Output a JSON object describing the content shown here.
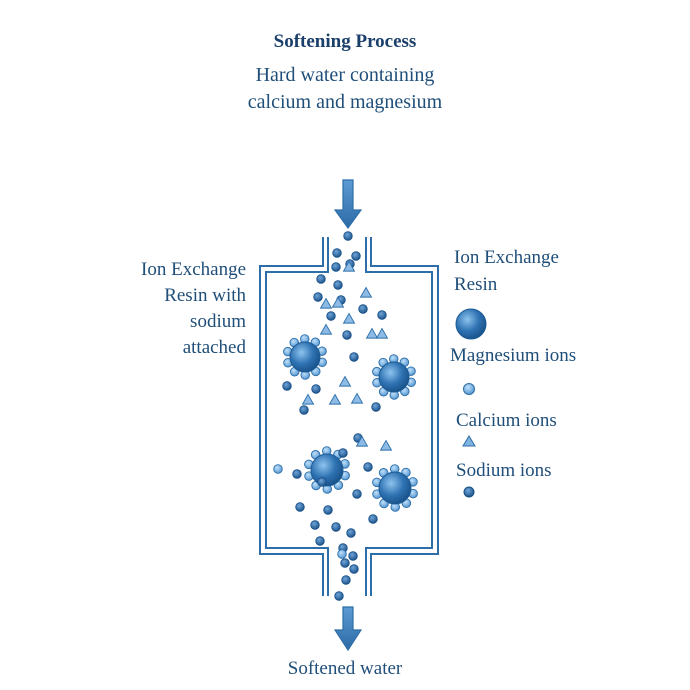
{
  "title": "Softening Process",
  "input_label_line1": "Hard water containing",
  "input_label_line2": "calcium and magnesium",
  "left_label": [
    "Ion Exchange",
    "Resin with",
    "sodium",
    "attached"
  ],
  "legend": {
    "resin_title": [
      "Ion Exchange",
      "Resin"
    ],
    "magnesium": "Magnesium ions",
    "calcium": "Calcium ions",
    "sodium": "Sodium ions"
  },
  "output_label": "Softened water",
  "colors": {
    "outline": "#2d6ea8",
    "resin": "#2f73b3",
    "magnesium_ion": "#5b9bd0",
    "calcium_ion": "#7fb2df",
    "sodium_ion": "#1e5b95",
    "text": "#1f4e79"
  }
}
